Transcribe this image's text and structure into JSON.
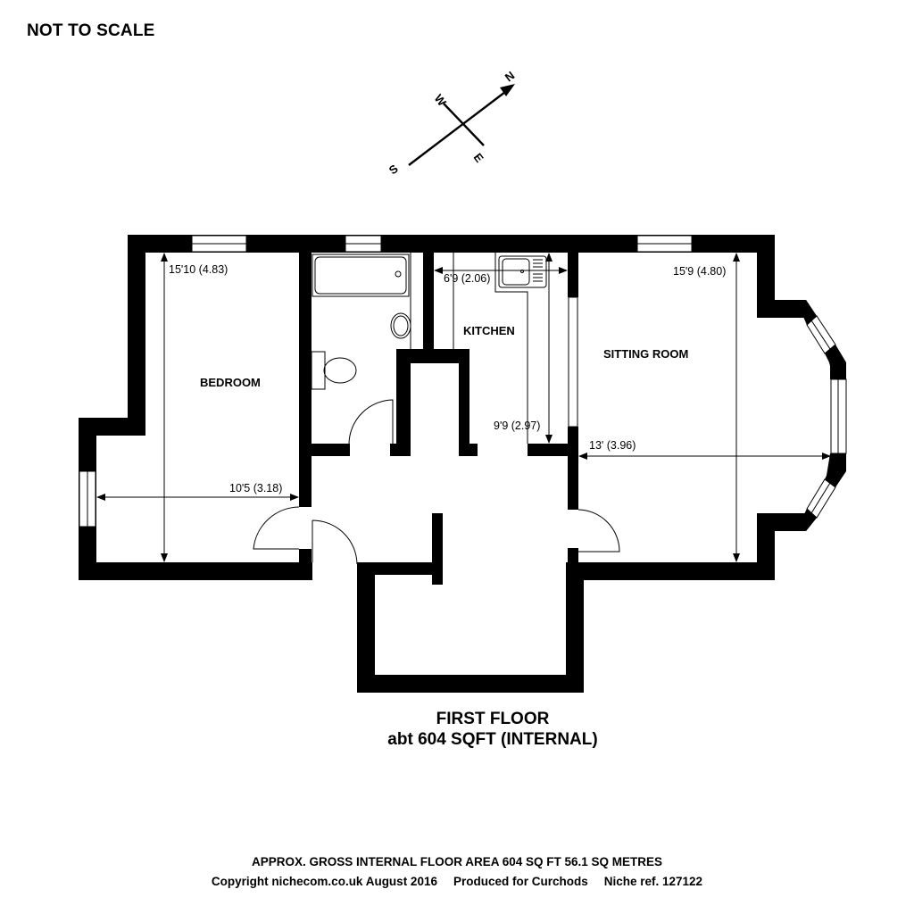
{
  "header": {
    "scale_note": "NOT TO SCALE"
  },
  "compass": {
    "north": "N",
    "south": "S",
    "east": "E",
    "west": "W"
  },
  "rooms": [
    {
      "name": "BEDROOM",
      "dim_length": "15'10 (4.83)",
      "dim_width": "10'5 (3.18)"
    },
    {
      "name": "KITCHEN",
      "dim_width": "6'9 (2.06)",
      "dim_length": "9'9 (2.97)"
    },
    {
      "name": "SITTING ROOM",
      "dim_length": "15'9 (4.80)",
      "dim_width": "13' (3.96)"
    }
  ],
  "floor": {
    "title": "FIRST FLOOR",
    "area": "abt 604 SQFT (INTERNAL)"
  },
  "footer": {
    "area_line": "APPROX. GROSS INTERNAL FLOOR AREA 604 SQ FT 56.1 SQ METRES",
    "copyright": "Copyright nichecom.co.uk August 2016",
    "produced_for": "Produced for Curchods",
    "reference": "Niche ref. 127122"
  },
  "colors": {
    "wall": "#000000",
    "background": "#ffffff",
    "line": "#000000"
  }
}
